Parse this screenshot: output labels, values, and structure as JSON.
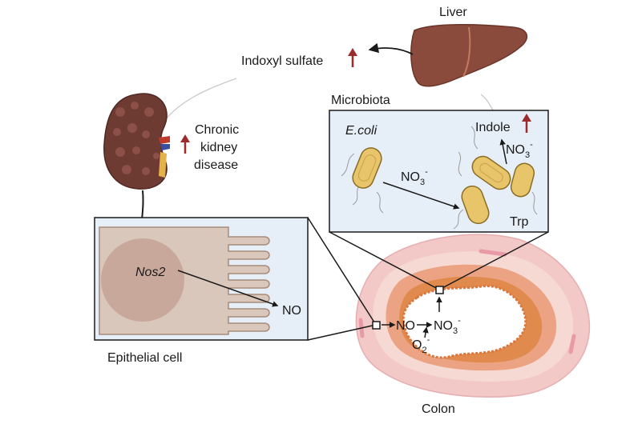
{
  "labels": {
    "liver": "Liver",
    "indoxyl_sulfate": "Indoxyl sulfate",
    "ckd_line1": "Chronic",
    "ckd_line2": "kidney",
    "ckd_line3": "disease",
    "microbiota": "Microbiota",
    "ecoli": "E.coli",
    "indole": "Indole",
    "trp": "Trp",
    "nitrate_micro": "NO",
    "nitrate_micro_sub": "3",
    "nitrate_micro_sup": "-",
    "nitrate_top": "NO",
    "nitrate_top_sub": "3",
    "nitrate_top_sup": "-",
    "nos2": "Nos2",
    "no_cell": "NO",
    "epithelial_cell": "Epithelial cell",
    "no_colon": "NO",
    "nitrate_colon": "NO",
    "nitrate_colon_sub": "3",
    "nitrate_colon_sup": "-",
    "o2": "O",
    "o2_sub": "2",
    "o2_sup": "-",
    "colon": "Colon"
  },
  "indicators": {
    "indoxyl_sulfate": "increase",
    "ckd": "increase",
    "indole": "increase"
  },
  "colors": {
    "up_arrow": "#9c2b2b",
    "panel_bg": "#e6eef7",
    "panel_border": "#1a1a1a",
    "liver": "#8a4a3c",
    "kidney": "#6e3b33",
    "bacteria": "#e8c46a",
    "cell": "#d9c7bb",
    "nucleus": "#c7a89a",
    "colon_outer": "#f2c9c7",
    "colon_mid": "#eba383",
    "colon_inner": "#e08a4e"
  }
}
